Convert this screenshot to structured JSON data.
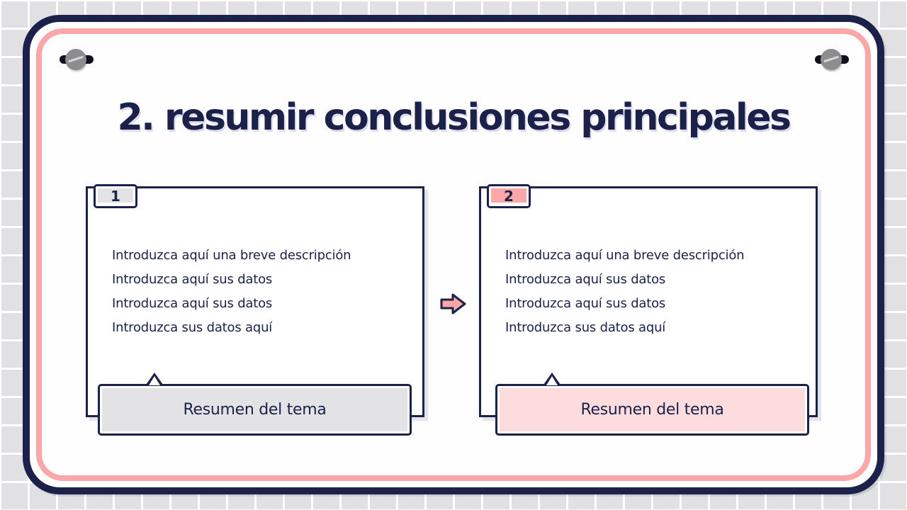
{
  "slide": {
    "title": "2. resumir conclusiones principales",
    "colors": {
      "navy": "#1b2148",
      "pink": "#fba6a8",
      "pink_light": "#fcdcdc",
      "gray_light": "#e3e3e5",
      "grid": "#e1e1e3"
    },
    "cards": [
      {
        "number": "1",
        "lines": [
          "Introduzca aquí una breve descripción",
          "Introduzca aquí sus datos",
          "Introduzca aquí sus datos",
          "Introduzca sus datos aquí"
        ],
        "summary": "Resumen del tema"
      },
      {
        "number": "2",
        "lines": [
          "Introduzca aquí una breve descripción",
          "Introduzca aquí sus datos",
          "Introduzca aquí sus datos",
          "Introduzca sus datos aquí"
        ],
        "summary": "Resumen del tema"
      }
    ],
    "connector_icon": "arrow-right-icon",
    "decorations": [
      "screw-icon",
      "screw-icon"
    ]
  }
}
